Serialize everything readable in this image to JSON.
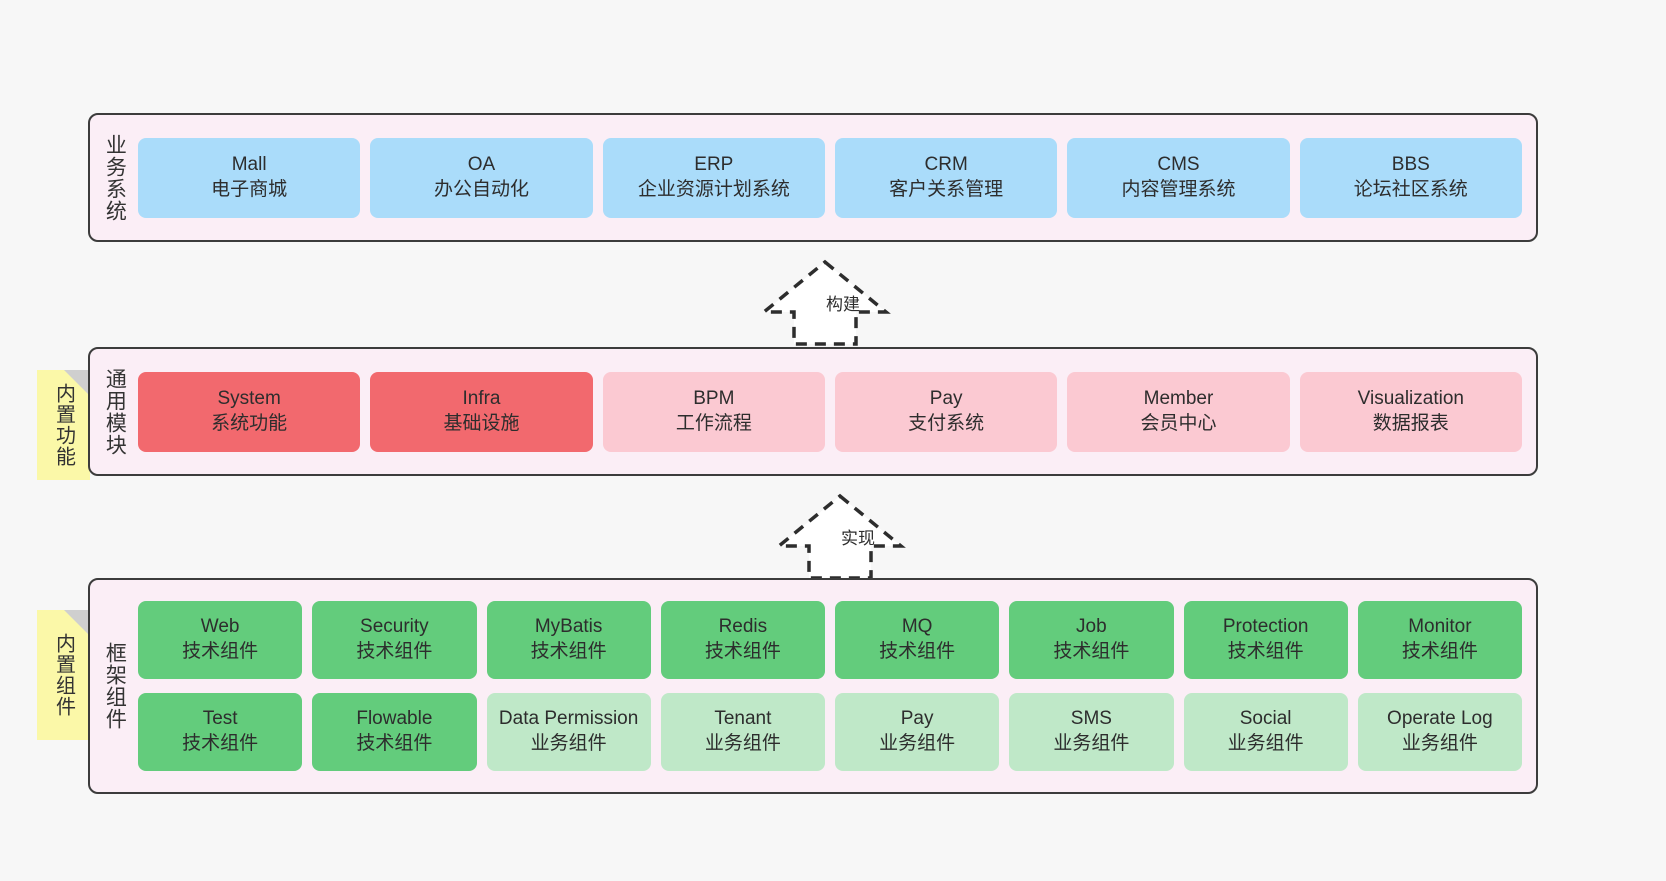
{
  "diagram": {
    "title": "",
    "colors": {
      "canvas": "#f7f7f7",
      "container_fill": "#fbeef6",
      "container_border": "#3c3c3c",
      "business_node": "#aadcfa",
      "module_primary": "#f2696e",
      "module_secondary": "#fbc9d2",
      "framework_tech": "#63cc7c",
      "framework_biz": "#bfe8c8",
      "sticky_note": "#fbf8a8",
      "sticky_fold": "#cfcfcf"
    }
  },
  "sections": {
    "business": {
      "title": "业务系统",
      "nodes": [
        {
          "name": "Mall",
          "desc": "电子商城"
        },
        {
          "name": "OA",
          "desc": "办公自动化"
        },
        {
          "name": "ERP",
          "desc": "企业资源计划系统"
        },
        {
          "name": "CRM",
          "desc": "客户关系管理"
        },
        {
          "name": "CMS",
          "desc": "内容管理系统"
        },
        {
          "name": "BBS",
          "desc": "论坛社区系统"
        }
      ]
    },
    "modules": {
      "title": "通用模块",
      "sticky": "内置功能",
      "nodes": [
        {
          "name": "System",
          "desc": "系统功能",
          "variant": "red"
        },
        {
          "name": "Infra",
          "desc": "基础设施",
          "variant": "red"
        },
        {
          "name": "BPM",
          "desc": "工作流程",
          "variant": "pink"
        },
        {
          "name": "Pay",
          "desc": "支付系统",
          "variant": "pink"
        },
        {
          "name": "Member",
          "desc": "会员中心",
          "variant": "pink"
        },
        {
          "name": "Visualization",
          "desc": "数据报表",
          "variant": "pink"
        }
      ]
    },
    "framework": {
      "title": "框架组件",
      "sticky": "内置组件",
      "row1": [
        {
          "name": "Web",
          "desc": "技术组件",
          "variant": "green"
        },
        {
          "name": "Security",
          "desc": "技术组件",
          "variant": "green"
        },
        {
          "name": "MyBatis",
          "desc": "技术组件",
          "variant": "green"
        },
        {
          "name": "Redis",
          "desc": "技术组件",
          "variant": "green"
        },
        {
          "name": "MQ",
          "desc": "技术组件",
          "variant": "green"
        },
        {
          "name": "Job",
          "desc": "技术组件",
          "variant": "green"
        },
        {
          "name": "Protection",
          "desc": "技术组件",
          "variant": "green"
        },
        {
          "name": "Monitor",
          "desc": "技术组件",
          "variant": "green"
        }
      ],
      "row2": [
        {
          "name": "Test",
          "desc": "技术组件",
          "variant": "green"
        },
        {
          "name": "Flowable",
          "desc": "技术组件",
          "variant": "green"
        },
        {
          "name": "Data Permission",
          "desc": "业务组件",
          "variant": "lgreen"
        },
        {
          "name": "Tenant",
          "desc": "业务组件",
          "variant": "lgreen"
        },
        {
          "name": "Pay",
          "desc": "业务组件",
          "variant": "lgreen"
        },
        {
          "name": "SMS",
          "desc": "业务组件",
          "variant": "lgreen"
        },
        {
          "name": "Social",
          "desc": "业务组件",
          "variant": "lgreen"
        },
        {
          "name": "Operate Log",
          "desc": "业务组件",
          "variant": "lgreen"
        }
      ]
    }
  },
  "connectors": [
    {
      "label": "构建",
      "direction": "up"
    },
    {
      "label": "实现",
      "direction": "up"
    }
  ]
}
